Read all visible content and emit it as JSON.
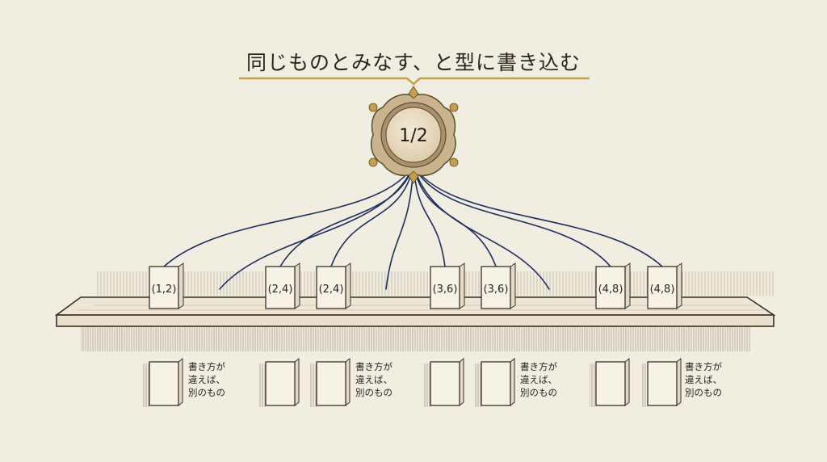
{
  "title": "同じものとみなす、と型に書き込む",
  "center_value": "1/2",
  "pairs": [
    "(1,2)",
    "(2,4)",
    "(2,4)",
    "(3,6)",
    "(3,6)",
    "(4,8)",
    "(4,8)"
  ],
  "caption": {
    "line1": "書き方が",
    "line2": "違えば、",
    "line3": "別のもの"
  },
  "colors": {
    "background": "#f2ede1",
    "connector": "#1c2f5c",
    "gold_accent": "#c4a14a",
    "ink": "#2a241c"
  }
}
